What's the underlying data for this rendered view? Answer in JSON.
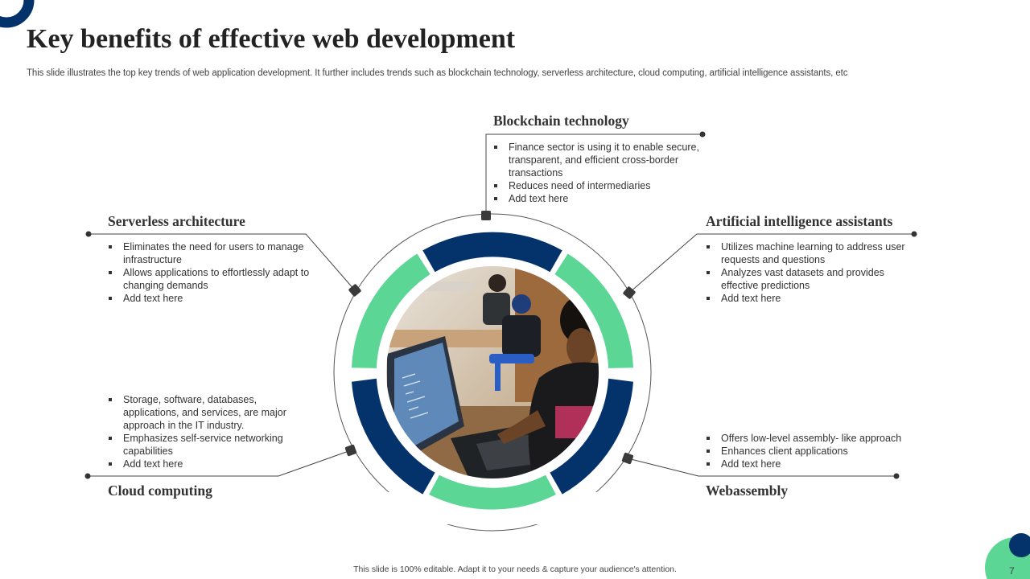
{
  "slide": {
    "title": "Key benefits of effective web development",
    "subtitle": "This slide illustrates the top key trends of web application development. It further includes trends such as blockchain technology, serverless architecture, cloud computing, artificial intelligence assistants, etc",
    "footer": "This slide is 100% editable.  Adapt it to your needs & capture your audience's attention.",
    "page_number": "7"
  },
  "colors": {
    "navy": "#04336b",
    "green": "#5bd694",
    "line": "#444444",
    "square": "#3a3a3a"
  },
  "image": {
    "icon": "developer-at-laptop-photo"
  },
  "sections": {
    "blockchain": {
      "title": "Blockchain technology",
      "items": [
        "Finance sector is using it to enable secure, transparent, and efficient cross-border transactions",
        "Reduces need of intermediaries",
        "Add text here"
      ]
    },
    "serverless": {
      "title": "Serverless architecture",
      "items": [
        "Eliminates the need for users to manage infrastructure",
        "Allows applications to effortlessly adapt to changing demands",
        "Add text here"
      ]
    },
    "ai": {
      "title": "Artificial intelligence assistants",
      "items": [
        "Utilizes machine learning to address user requests and questions",
        "Analyzes vast datasets and provides effective predictions",
        "Add text here"
      ]
    },
    "cloud": {
      "title": "Cloud computing",
      "items": [
        "Storage, software, databases, applications, and services, are major approach in the IT industry.",
        "Emphasizes self-service networking capabilities",
        "Add text here"
      ]
    },
    "webassembly": {
      "title": "Webassembly",
      "items": [
        "Offers low-level assembly- like approach",
        "Enhances client applications",
        "Add text here"
      ]
    }
  }
}
